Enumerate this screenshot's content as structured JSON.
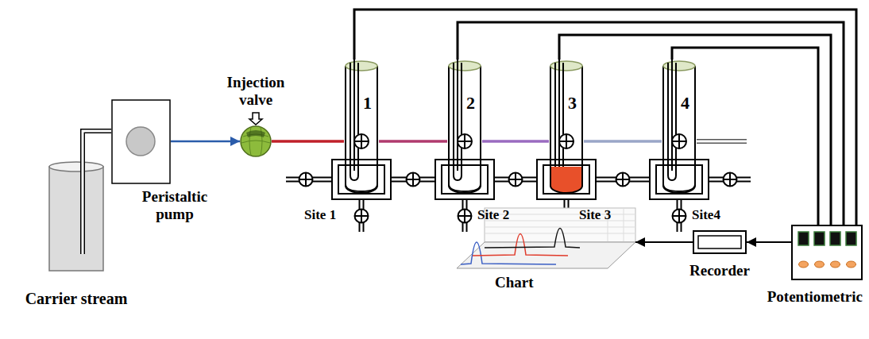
{
  "diagram": {
    "nodes": [
      {
        "text": [
          "Carrier stream"
        ]
      },
      {
        "text": [
          "Peristaltic pump"
        ]
      },
      {
        "text": [
          "Injection valve"
        ]
      },
      {
        "text": [
          "1"
        ]
      },
      {
        "text": [
          "2"
        ]
      },
      {
        "text": [
          "3"
        ]
      },
      {
        "text": [
          "4"
        ]
      },
      {
        "text": [
          "Site 1"
        ]
      },
      {
        "text": [
          "Site 2"
        ]
      },
      {
        "text": [
          "Site 3"
        ]
      },
      {
        "text": [
          "Site4"
        ]
      },
      {
        "text": [
          "Chart"
        ]
      },
      {
        "text": [
          "Recorder"
        ]
      },
      {
        "text": [
          "Potentiometric"
        ]
      }
    ],
    "edges": [
      {
        "from": 0,
        "to": 1,
        "arrow": "none"
      },
      {
        "from": 1,
        "to": 2,
        "arrow": "to"
      },
      {
        "from": 2,
        "to": 3,
        "arrow": "none"
      },
      {
        "from": 3,
        "to": 4,
        "arrow": "none"
      },
      {
        "from": 4,
        "to": 5,
        "arrow": "none"
      },
      {
        "from": 5,
        "to": 6,
        "arrow": "none"
      },
      {
        "from": 3,
        "to": 13,
        "arrow": "none"
      },
      {
        "from": 4,
        "to": 13,
        "arrow": "none"
      },
      {
        "from": 5,
        "to": 13,
        "arrow": "none"
      },
      {
        "from": 6,
        "to": 13,
        "arrow": "none"
      },
      {
        "from": 13,
        "to": 12,
        "arrow": "to"
      },
      {
        "from": 12,
        "to": 11,
        "arrow": "to"
      }
    ]
  }
}
